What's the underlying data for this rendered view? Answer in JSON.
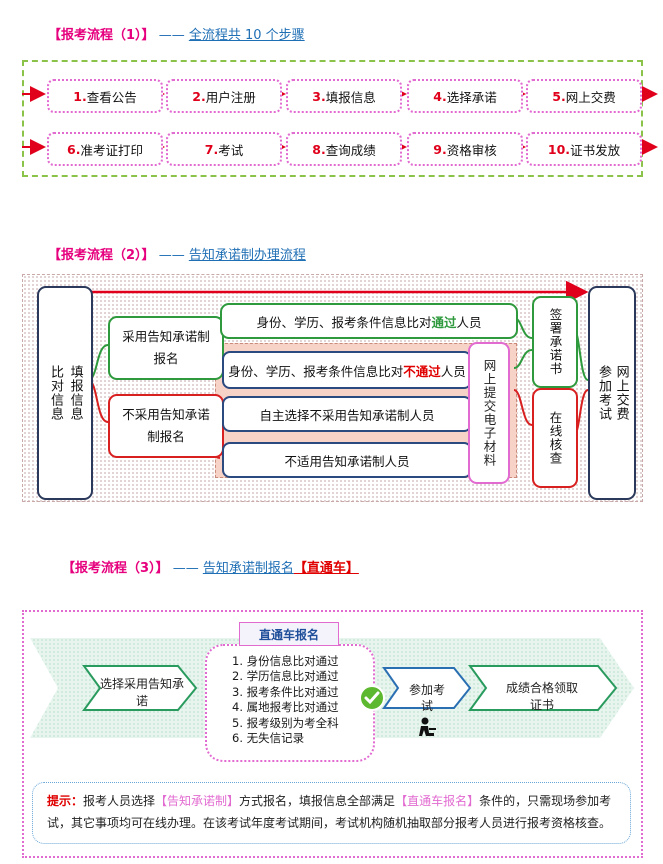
{
  "section1": {
    "bracket": "【报考流程（1）】",
    "lead": "——",
    "subtitle": "全流程共 10 个步骤",
    "steps": [
      {
        "num": "1.",
        "label": "查看公告"
      },
      {
        "num": "2.",
        "label": "用户注册"
      },
      {
        "num": "3.",
        "label": "填报信息"
      },
      {
        "num": "4.",
        "label": "选择承诺"
      },
      {
        "num": "5.",
        "label": "网上交费"
      },
      {
        "num": "6.",
        "label": "准考证打印"
      },
      {
        "num": "7.",
        "label": "考试"
      },
      {
        "num": "8.",
        "label": "查询成绩"
      },
      {
        "num": "9.",
        "label": "资格审核"
      },
      {
        "num": "10.",
        "label": "证书发放"
      }
    ]
  },
  "section2": {
    "bracket": "【报考流程（2）】",
    "lead": "——",
    "subtitle": "告知承诺制办理流程",
    "left_box_a": "填报信息",
    "left_box_b": "比对信息",
    "adopt_box": "采用告知承诺制报名",
    "not_adopt_box": "不采用告知承诺制报名",
    "row1_prefix": "身份、学历、报考条件信息比对",
    "row1_highlight": "通过",
    "row1_suffix": "人员",
    "row2_prefix": "身份、学历、报考条件信息比对",
    "row2_highlight": "不通过",
    "row2_suffix": "人员",
    "row3": "自主选择不采用告知承诺制人员",
    "row4": "不适用告知承诺制人员",
    "upload_box": "网上提交电子材料",
    "sign_box": "签署承诺书",
    "online_check_box": "在线核查",
    "right_box_a": "网上交费",
    "right_box_b": "参加考试"
  },
  "section3": {
    "bracket": "【报考流程（3）】",
    "lead": "——",
    "subtitle": "告知承诺制报名",
    "subtitle_red": "【直通车】",
    "stage1": "选择采用告知承诺",
    "ribbon": "直通车报名",
    "conditions": [
      "1. 身份信息比对通过",
      "2. 学历信息比对通过",
      "3. 报考条件比对通过",
      "4. 属地报考比对通过",
      "5. 报考级别为考全科",
      "6. 无失信记录"
    ],
    "stage3": "参加考试",
    "stage4": "成绩合格领取证书",
    "tip_label": "提示：",
    "tip_text1": "报考人员选择",
    "tip_term1": "【告知承诺制】",
    "tip_text2": "方式报名，填报信息全部满足",
    "tip_term2": "【直通车报名】",
    "tip_text3": "条件的，只需现场参加考试，其它事项均可在线办理。在该考试年度考试期间，考试机构随机抽取部分报考人员进行报考资格核查。"
  }
}
